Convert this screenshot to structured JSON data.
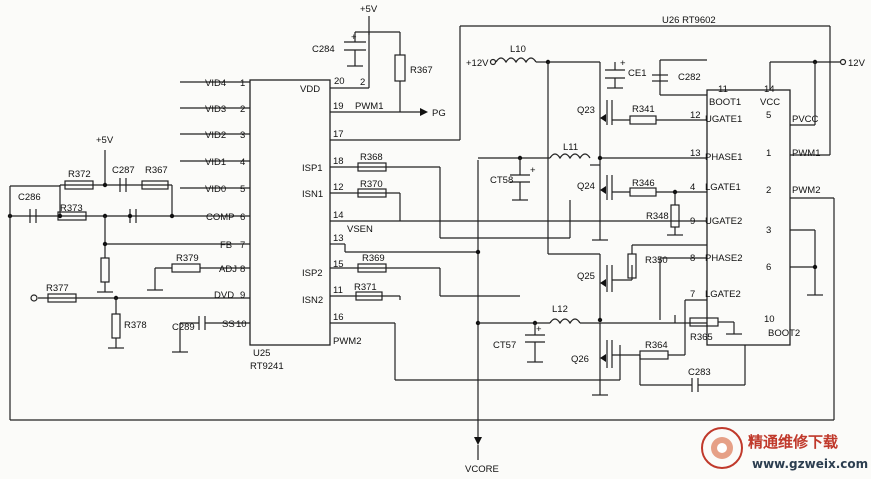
{
  "u25": {
    "ref": "U25",
    "part": "RT9241",
    "pins_left": [
      {
        "name": "VID4",
        "num": "1"
      },
      {
        "name": "VID3",
        "num": "2"
      },
      {
        "name": "VID2",
        "num": "3"
      },
      {
        "name": "VID1",
        "num": "4"
      },
      {
        "name": "VID0",
        "num": "5"
      },
      {
        "name": "COMP",
        "num": "6"
      },
      {
        "name": "FB",
        "num": "7"
      },
      {
        "name": "ADJ",
        "num": "8"
      },
      {
        "name": "DVD",
        "num": "9"
      },
      {
        "name": "SS",
        "num": "10"
      }
    ],
    "pins_right": [
      {
        "name": "VDD",
        "num": "20"
      },
      {
        "name": "PWM1",
        "num": "19"
      },
      {
        "name": "",
        "num": "17"
      },
      {
        "name": "ISP1",
        "num": "18"
      },
      {
        "name": "ISN1",
        "num": "12"
      },
      {
        "name": "",
        "num": "14"
      },
      {
        "name": "VSEN",
        "num": "13"
      },
      {
        "name": "ISP2",
        "num": "15"
      },
      {
        "name": "ISN2",
        "num": "11"
      },
      {
        "name": "PWM2",
        "num": "16"
      }
    ]
  },
  "u26": {
    "header": "U26 RT9602",
    "pins_left": [
      {
        "name": "BOOT1",
        "num": "11"
      },
      {
        "name": "UGATE1",
        "num": "12"
      },
      {
        "name": "PHASE1",
        "num": "13"
      },
      {
        "name": "LGATE1",
        "num": "4"
      },
      {
        "name": "UGATE2",
        "num": "9"
      },
      {
        "name": "PHASE2",
        "num": "8"
      },
      {
        "name": "LGATE2",
        "num": "7"
      }
    ],
    "pins_right": [
      {
        "name": "VCC",
        "num": "14"
      },
      {
        "name": "PVCC",
        "num": "5"
      },
      {
        "name": "PWM1",
        "num": "1"
      },
      {
        "name": "PWM2",
        "num": "2"
      },
      {
        "name": "",
        "num": "3"
      },
      {
        "name": "",
        "num": "6"
      }
    ],
    "boot2_num": "10",
    "boot2_name": "BOOT2"
  },
  "rails": {
    "v5_top": "+5V",
    "v5_left": "+5V",
    "v12_left": "+12V",
    "v12_right": "12V",
    "vcore": "VCORE",
    "pg": "PG"
  },
  "resistors": {
    "r367_top": "R367",
    "r372": "R372",
    "r367_left": "R367",
    "r373": "R373",
    "r379": "R379",
    "r377": "R377",
    "r378": "R378",
    "r368": "R368",
    "r370": "R370",
    "r369": "R369",
    "r371": "R371",
    "r341": "R341",
    "r346": "R346",
    "r348": "R348",
    "r350": "R350",
    "r364": "R364",
    "r365": "R365"
  },
  "capacitors": {
    "c284": "C284",
    "c287": "C287",
    "c286": "C286",
    "c289": "C289",
    "ce1": "CE1",
    "c282": "C282",
    "ct58": "CT58",
    "ct57": "CT57",
    "c283": "C283"
  },
  "inductors": {
    "l10": "L10",
    "l11": "L11",
    "l12": "L12"
  },
  "transistors": {
    "q23": "Q23",
    "q24": "Q24",
    "q25": "Q25",
    "q26": "Q26"
  },
  "watermark": {
    "cn": "精通维修下载",
    "url": "www.gzweix.com"
  },
  "colors": {
    "line": "#222222",
    "watermark_red": "#c0392b"
  }
}
